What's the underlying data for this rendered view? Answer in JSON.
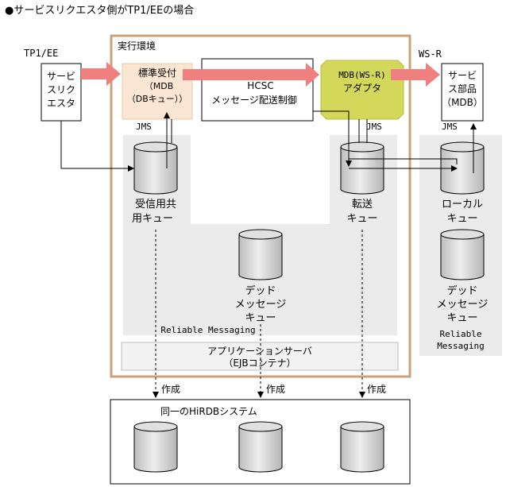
{
  "heading": "●サービスリクエスタ側がTP1/EEの場合",
  "tp1_label": "TP1/EE",
  "wsr_label": "WS-R",
  "exec_env_label": "実行環境",
  "requester_box": [
    "サービ",
    "スリク",
    "エスタ"
  ],
  "standard_receiver": [
    "標準受付",
    "（MDB",
    "（DBキュー））"
  ],
  "hcsc_box": [
    "HCSC",
    "メッセージ配送制御"
  ],
  "mdb_adapter": [
    "MDB(WS-R)",
    "アダプタ"
  ],
  "service_part": [
    "サービ",
    "ス部品",
    "（MDB）"
  ],
  "jms_labels": [
    "JMS",
    "JMS",
    "JMS"
  ],
  "queues": {
    "receive_shared": [
      "受信用共",
      "用キュー"
    ],
    "transfer": [
      "転送",
      "キュー"
    ],
    "local": [
      "ローカル",
      "キュー"
    ],
    "dead_letter_main": [
      "デッド",
      "メッセージ",
      "キュー"
    ],
    "dead_letter_right": [
      "デッド",
      "メッセージ",
      "キュー"
    ]
  },
  "reliable_messaging_main": "Reliable Messaging",
  "reliable_messaging_right": [
    "Reliable",
    "Messaging"
  ],
  "app_server": [
    "アプリケーションサーバ",
    "（EJBコンテナ）"
  ],
  "create_labels": [
    "作成",
    "作成",
    "作成"
  ],
  "hirdb_label": "同一のHiRDBシステム",
  "colors": {
    "exec_env_border": "#c8a07a",
    "pink_arrow": "#f08080",
    "standard_receiver_fill": "#fbe6d4",
    "adapter_fill": "#d4d85a",
    "gray_region": "#ebebeb",
    "app_server_fill": "#f2f2f2",
    "cylinder_fill": "#d0d0d0"
  }
}
